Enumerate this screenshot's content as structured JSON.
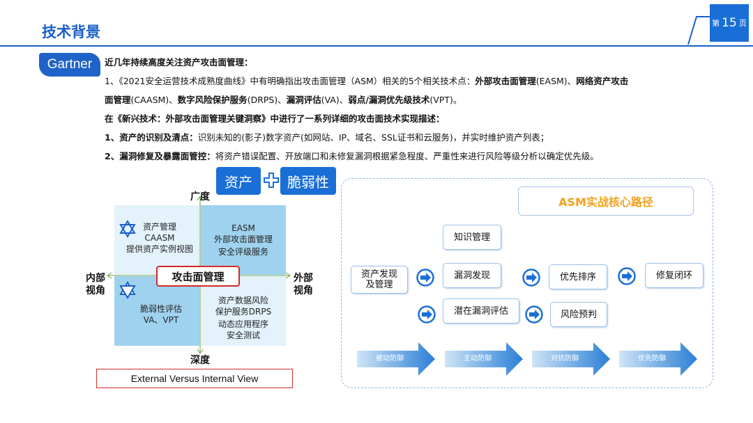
{
  "header": {
    "title": "技术背景",
    "page_prefix": "第",
    "page_number": "15",
    "page_suffix": "页"
  },
  "gartner_badge": "Gartner",
  "lines": {
    "intro": "近几年持续高度关注资产攻击面管理：",
    "p1_a": "1、《2021安全运营技术成熟度曲线》中有明确指出攻击面管理（ASM）相关的5个相关技术点：",
    "p1_b": "外部攻击面管理",
    "p1_c": "(EASM)、",
    "p1_d": "网络资产攻击",
    "p2_a": "面管理",
    "p2_b": "(CAASM)、",
    "p2_c": "数字风险保护服务",
    "p2_d": "(DRPS)、",
    "p2_e": "漏洞评估",
    "p2_f": "(VA)、",
    "p2_g": "弱点/漏洞优先级技术",
    "p2_h": "(VPT)。",
    "p3": "在《新兴技术：外部攻击面管理关键洞察》中进行了一系列详细的攻击面技术实现描述：",
    "p4_a": "1、资产的识别及清点：",
    "p4_b": "识别未知的(影子)数字资产(如网站、IP、域名、SSL证书和云服务)，并实时维护资产列表；",
    "p5_a": "2、漏洞修复及暴露面管控：",
    "p5_b": "将资产错误配置、开放端口和未修复漏洞根据紧急程度、严重性来进行风险等级分析以确定优先级。"
  },
  "pills": {
    "left": "资产",
    "right": "脆弱性"
  },
  "quadrant": {
    "top": "广度",
    "bottom": "深度",
    "left": [
      "内部",
      "视角"
    ],
    "right": [
      "外部",
      "视角"
    ],
    "center": "攻击面管理",
    "tl": [
      "资产管理",
      "CAASM",
      "提供资产实例视图"
    ],
    "tr": [
      "EASM",
      "外部攻击面管理",
      "安全评级服务"
    ],
    "bl": [
      "脆弱性评估",
      "VA、VPT"
    ],
    "br": [
      "资产数据风险",
      "保护服务DRPS",
      "动态应用程序",
      "安全测试"
    ],
    "caption": "External Versus Internal View"
  },
  "flow": {
    "title": "ASM实战核心路径",
    "knowledge": "知识管理",
    "discovery": [
      "资产发现",
      "及管理"
    ],
    "vuln_find": "漏洞发现",
    "latent_eval": "潜在漏洞评估",
    "priority": "优先排序",
    "risk_predict": "风险预判",
    "fix_loop": "修复闭环",
    "stages": [
      "被动防御",
      "主动防御",
      "对抗防御",
      "优先防御"
    ]
  },
  "colors": {
    "accent": "#1a5fc8",
    "quad_dark": "#9fd2ee",
    "quad_light": "#e3f2fb",
    "center_border": "#d42a2a",
    "flow_title": "#f2a11c"
  }
}
